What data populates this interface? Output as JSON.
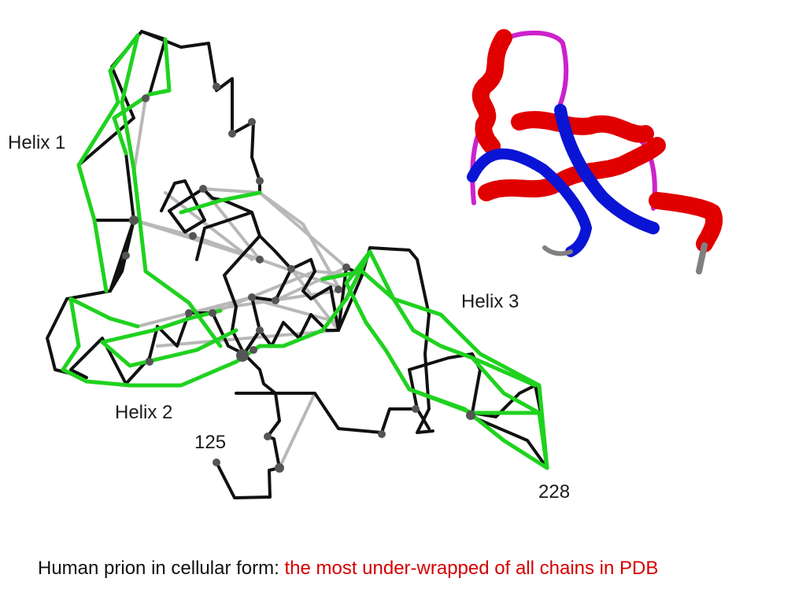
{
  "labels": {
    "helix1": "Helix 1",
    "helix2": "Helix 2",
    "helix3": "Helix 3",
    "residue_start": "125",
    "residue_end": "228"
  },
  "caption": {
    "prefix": "Human prion in cellular form: ",
    "accent": "the most under-wrapped of all chains in PDB"
  },
  "colors": {
    "backbone": "#111111",
    "hbond_link": "#1fd21f",
    "wrapping_link": "#b8b8b8",
    "node": "#555555",
    "ribbon_helix": "#e00000",
    "ribbon_strand": "#0a14d4",
    "ribbon_turn": "#cc22cc",
    "ribbon_coil": "#808080",
    "caption_accent": "#d40000"
  }
}
